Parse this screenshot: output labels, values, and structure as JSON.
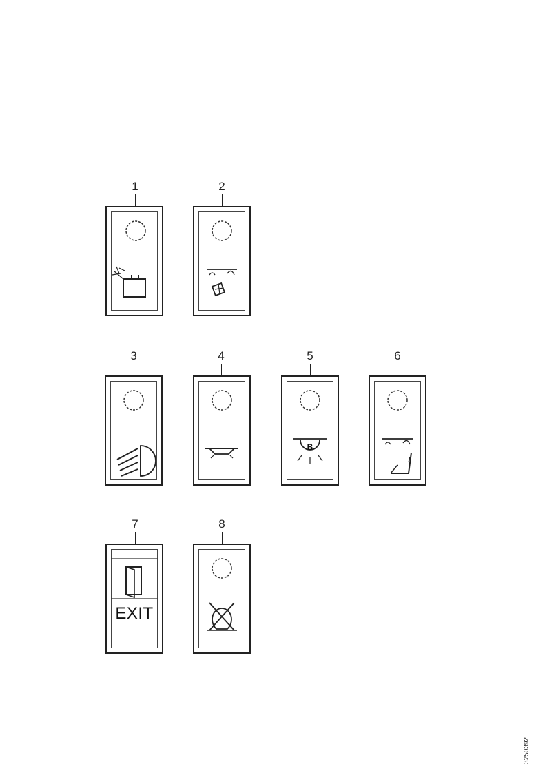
{
  "switches": [
    {
      "callout": "1",
      "icon": "battery-light-icon"
    },
    {
      "callout": "2",
      "icon": "step-light-icon"
    },
    {
      "callout": "3",
      "icon": "headlight-icon"
    },
    {
      "callout": "4",
      "icon": "ceiling-light-icon"
    },
    {
      "callout": "5",
      "icon": "b-light-icon"
    },
    {
      "callout": "6",
      "icon": "seat-light-icon"
    },
    {
      "callout": "7",
      "icon": "exit-door-icon",
      "label": "EXIT"
    },
    {
      "callout": "8",
      "icon": "light-off-icon"
    }
  ],
  "reference": "3250392"
}
